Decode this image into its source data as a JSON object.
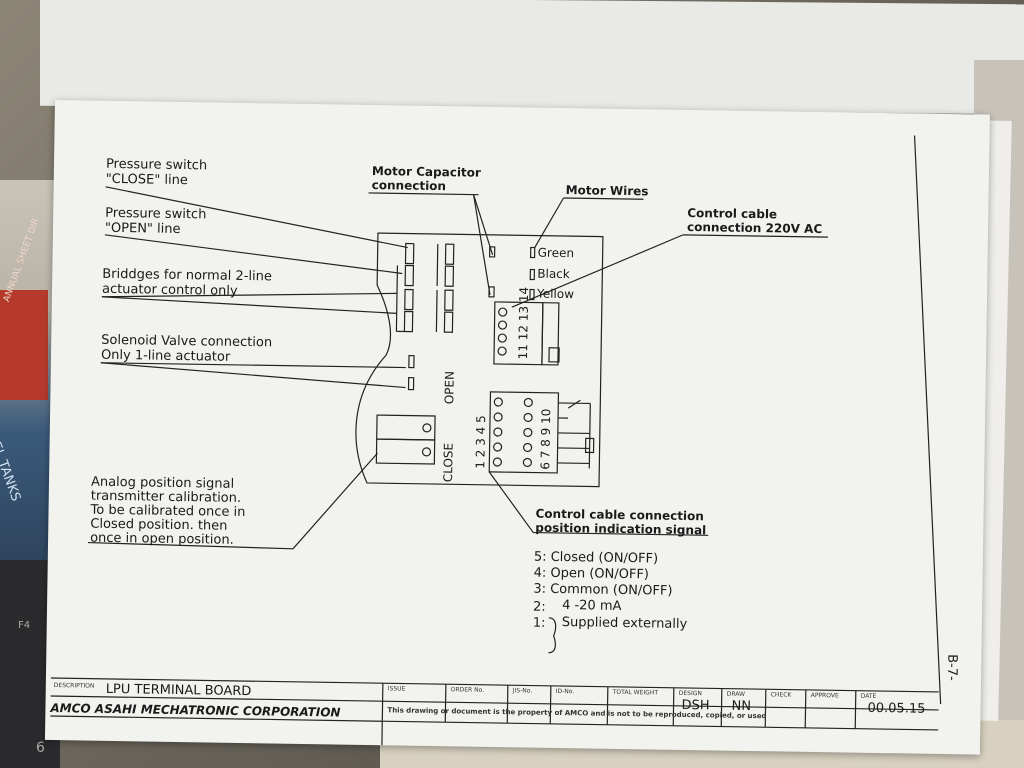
{
  "labels": {
    "pressure_close_1": "Pressure switch",
    "pressure_close_2": "\"CLOSE\" line",
    "pressure_open_1": "Pressure switch",
    "pressure_open_2": "\"OPEN\" line",
    "bridges_1": "Briddges for normal 2-line",
    "bridges_2": "actuator control only",
    "solenoid_1": "Solenoid Valve connection",
    "solenoid_2": "Only 1-line actuator",
    "analog_1": "Analog position signal",
    "analog_2": "transmitter calibration.",
    "analog_3": "To be calibrated once in",
    "analog_4": "Closed position.     then",
    "analog_5": "once in open position.",
    "motor_cap_1": "Motor Capacitor",
    "motor_cap_2": "connection",
    "motor_wires": "Motor Wires",
    "control_cable_1": "Control cable",
    "control_cable_2": "connection 220V AC",
    "wire_green": "Green",
    "wire_black": "Black",
    "wire_yellow": "Yellow",
    "terminal_top": "11 12 13 14",
    "terminal_bottom_left": "1 2 3 4 5",
    "terminal_bottom_right": "6 7 8 9 10",
    "open": "OPEN",
    "close": "CLOSE",
    "pos_ind_1": "Control cable connection",
    "pos_ind_2": "position indication signal",
    "sig_5": "5: Closed     (ON/OFF)",
    "sig_4": "4: Open       (ON/OFF)",
    "sig_3": "3: Common  (ON/OFF)",
    "sig_2_num": "2:",
    "sig_1_num": "1:",
    "sig_2": "4 -20 mA",
    "sig_1": "Supplied externally",
    "page_number": "B-7-"
  },
  "title_block": {
    "description_label": "DESCRIPTION",
    "description": "LPU TERMINAL BOARD",
    "company": "AMCO ASAHI MECHATRONIC CORPORATION",
    "issue_label": "ISSUE",
    "order_label": "ORDER No.",
    "jis_label": "JIS-No.",
    "id_label": "ID-No.",
    "weight_label": "TOTAL WEIGHT",
    "design_label": "DESIGN",
    "design": "DSH",
    "draw_label": "DRAW",
    "draw": "NN",
    "check_label": "CHECK",
    "approve_label": "APPROVE",
    "date_label": "DATE",
    "date": "00.05.15",
    "notice": "This drawing or document is the property of AMCO and is not to be reproduced, copied, or used"
  },
  "background": {
    "book_spine_text": "ANNUAL SHEET DIR",
    "book_blue_text": "EL TANKS",
    "key_f4": "F4",
    "key_6": "6"
  }
}
